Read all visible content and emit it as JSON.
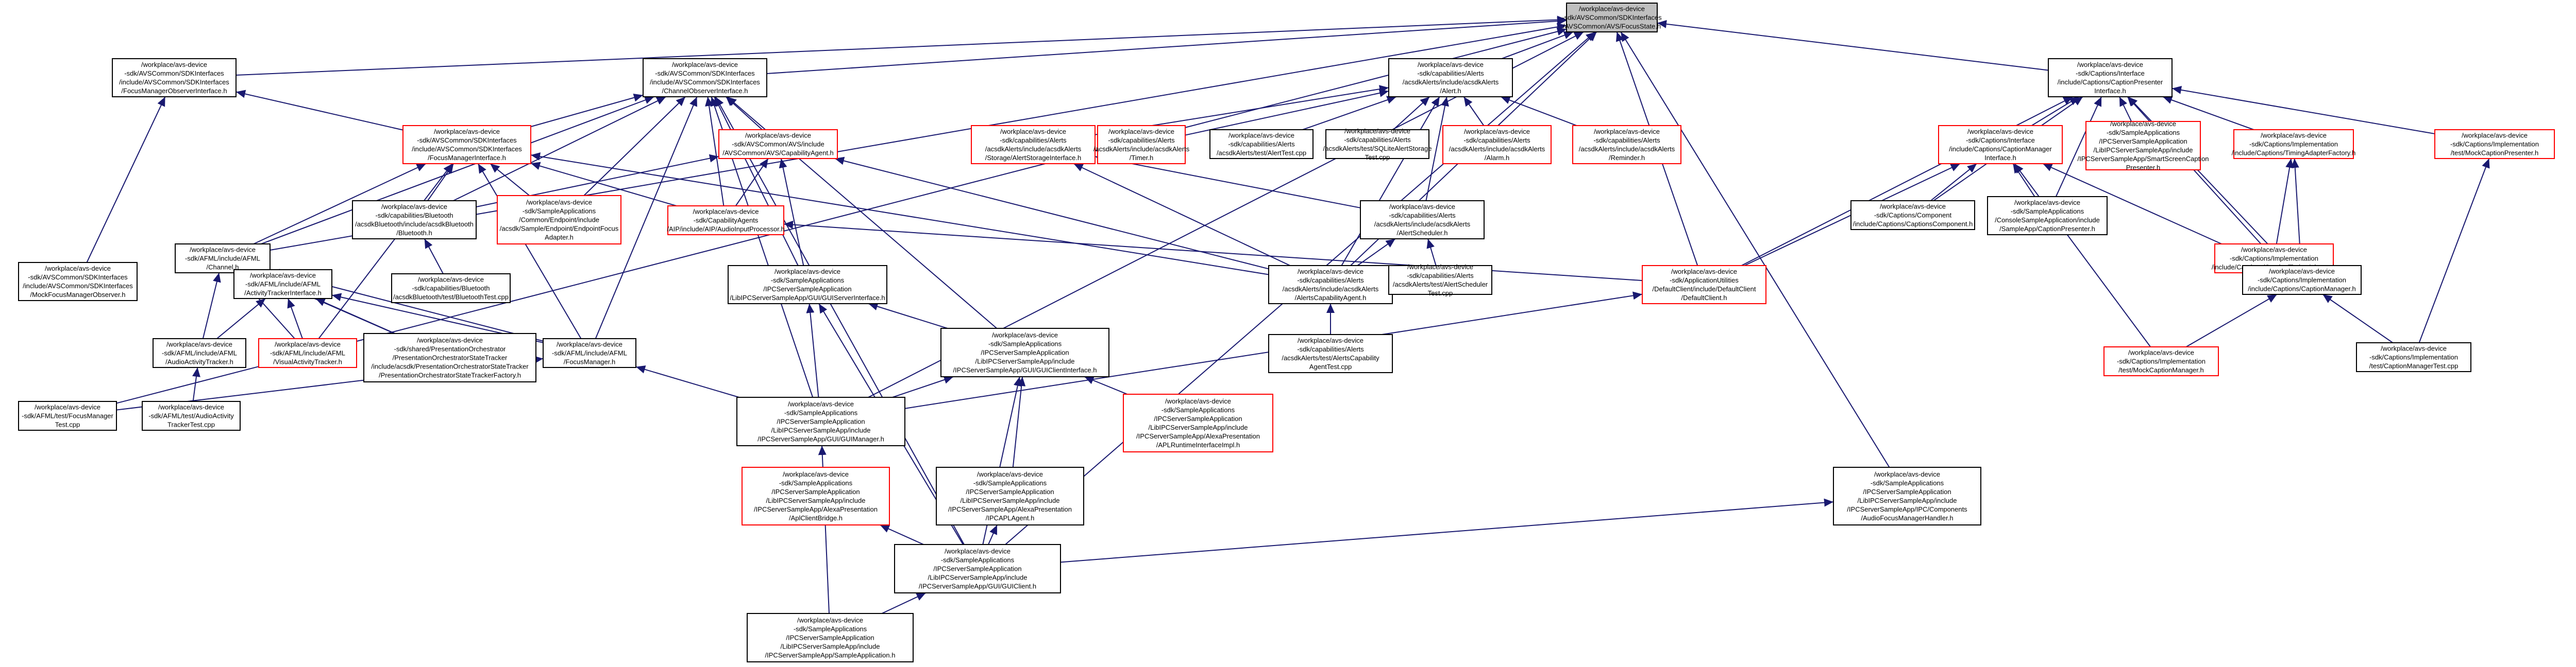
{
  "colors": {
    "background": "#ffffff",
    "node_fill_root": "#bfbfbf",
    "node_fill": "#ffffff",
    "node_border_default": "#000000",
    "node_border_highlight": "#ff0000",
    "edge": "#191970",
    "text": "#000000"
  },
  "nodes": [
    {
      "id": "focus_state",
      "lines": [
        "/workplace/avs-device",
        "-sdk/AVSCommon/SDKInterfaces",
        "/AVSCommon/AVS/FocusState.h"
      ],
      "border": "black",
      "root": true
    },
    {
      "id": "focus_manager_observer",
      "lines": [
        "/workplace/avs-device",
        "-sdk/AVSCommon/SDKInterfaces",
        "/include/AVSCommon/SDKInterfaces",
        "/FocusManagerObserverInterface.h"
      ],
      "border": "black"
    },
    {
      "id": "channel_observer",
      "lines": [
        "/workplace/avs-device",
        "-sdk/AVSCommon/SDKInterfaces",
        "/include/AVSCommon/SDKInterfaces",
        "/ChannelObserverInterface.h"
      ],
      "border": "black"
    },
    {
      "id": "alert_h",
      "lines": [
        "/workplace/avs-device",
        "-sdk/capabilities/Alerts",
        "/acsdkAlerts/include/acsdkAlerts",
        "/Alert.h"
      ],
      "border": "black"
    },
    {
      "id": "caption_presenter",
      "lines": [
        "/workplace/avs-device",
        "-sdk/Captions/Interface",
        "/include/Captions/CaptionPresenter",
        "Interface.h"
      ],
      "border": "black"
    },
    {
      "id": "focus_manager_iface",
      "lines": [
        "/workplace/avs-device",
        "-sdk/AVSCommon/SDKInterfaces",
        "/include/AVSCommon/SDKInterfaces",
        "/FocusManagerInterface.h"
      ],
      "border": "red"
    },
    {
      "id": "capability_agent",
      "lines": [
        "/workplace/avs-device",
        "-sdk/AVSCommon/AVS/include",
        "/AVSCommon/AVS/CapabilityAgent.h"
      ],
      "border": "red"
    },
    {
      "id": "alert_storage_iface",
      "lines": [
        "/workplace/avs-device",
        "-sdk/capabilities/Alerts",
        "/acsdkAlerts/include/acsdkAlerts",
        "/Storage/AlertStorageInterface.h"
      ],
      "border": "red"
    },
    {
      "id": "timer_h",
      "lines": [
        "/workplace/avs-device",
        "-sdk/capabilities/Alerts",
        "/acsdkAlerts/include/acsdkAlerts",
        "/Timer.h"
      ],
      "border": "red"
    },
    {
      "id": "alert_test",
      "lines": [
        "/workplace/avs-device",
        "-sdk/capabilities/Alerts",
        "/acsdkAlerts/test/AlertTest.cpp"
      ],
      "border": "black"
    },
    {
      "id": "sqlite_alert_storage_test",
      "lines": [
        "/workplace/avs-device",
        "-sdk/capabilities/Alerts",
        "/acsdkAlerts/test/SQLiteAlertStorage",
        "Test.cpp"
      ],
      "border": "black"
    },
    {
      "id": "alarm_h",
      "lines": [
        "/workplace/avs-device",
        "-sdk/capabilities/Alerts",
        "/acsdkAlerts/include/acsdkAlerts",
        "/Alarm.h"
      ],
      "border": "red"
    },
    {
      "id": "reminder_h",
      "lines": [
        "/workplace/avs-device",
        "-sdk/capabilities/Alerts",
        "/acsdkAlerts/include/acsdkAlerts",
        "/Reminder.h"
      ],
      "border": "red"
    },
    {
      "id": "caption_manager_iface",
      "lines": [
        "/workplace/avs-device",
        "-sdk/Captions/Interface",
        "/include/Captions/CaptionManager",
        "Interface.h"
      ],
      "border": "red"
    },
    {
      "id": "smart_screen_caption_presenter",
      "lines": [
        "/workplace/avs-device",
        "-sdk/SampleApplications",
        "/IPCServerSampleApplication",
        "/LibIPCServerSampleApp/include",
        "/IPCServerSampleApp/SmartScreenCaption",
        "Presenter.h"
      ],
      "border": "red"
    },
    {
      "id": "timing_adapter_factory",
      "lines": [
        "/workplace/avs-device",
        "-sdk/Captions/Implementation",
        "/include/Captions/TimingAdapterFactory.h"
      ],
      "border": "red"
    },
    {
      "id": "mock_caption_presenter",
      "lines": [
        "/workplace/avs-device",
        "-sdk/Captions/Implementation",
        "/test/MockCaptionPresenter.h"
      ],
      "border": "red"
    },
    {
      "id": "fm_observer_mock",
      "lines": [
        "/workplace/avs-device",
        "-sdk/AVSCommon/SDKInterfaces",
        "/include/AVSCommon/SDKInterfaces",
        "/MockFocusManagerObserver.h"
      ],
      "border": "black"
    },
    {
      "id": "channel_h",
      "lines": [
        "/workplace/avs-device",
        "-sdk/AFML/include/AFML",
        "/Channel.h"
      ],
      "border": "black"
    },
    {
      "id": "bluetooth_h",
      "lines": [
        "/workplace/avs-device",
        "-sdk/capabilities/Bluetooth",
        "/acsdkBluetooth/include/acsdkBluetooth",
        "/Bluetooth.h"
      ],
      "border": "black"
    },
    {
      "id": "endpoint_focus_adapter",
      "lines": [
        "/workplace/avs-device",
        "-sdk/SampleApplications",
        "/Common/Endpoint/include",
        "/acsdk/Sample/Endpoint/EndpointFocus",
        "Adapter.h"
      ],
      "border": "red"
    },
    {
      "id": "audio_input_processor",
      "lines": [
        "/workplace/avs-device",
        "-sdk/CapabilityAgents",
        "/AIP/include/AIP/AudioInputProcessor.h"
      ],
      "border": "red"
    },
    {
      "id": "alert_scheduler_h",
      "lines": [
        "/workplace/avs-device",
        "-sdk/capabilities/Alerts",
        "/acsdkAlerts/include/acsdkAlerts",
        "/AlertScheduler.h"
      ],
      "border": "black"
    },
    {
      "id": "captions_component",
      "lines": [
        "/workplace/avs-device",
        "-sdk/Captions/Component",
        "/include/Captions/CaptionsComponent.h"
      ],
      "border": "black"
    },
    {
      "id": "sample_caption_presenter",
      "lines": [
        "/workplace/avs-device",
        "-sdk/SampleApplications",
        "/ConsoleSampleApplication/include",
        "/SampleApp/CaptionPresenter.h"
      ],
      "border": "black"
    },
    {
      "id": "caption_timing_adapter",
      "lines": [
        "/workplace/avs-device",
        "-sdk/Captions/Implementation",
        "/include/Captions/CaptionTimingAdapter.h"
      ],
      "border": "red"
    },
    {
      "id": "activity_tracker_iface",
      "lines": [
        "/workplace/avs-device",
        "-sdk/AFML/include/AFML",
        "/ActivityTrackerInterface.h"
      ],
      "border": "black"
    },
    {
      "id": "bluetooth_test",
      "lines": [
        "/workplace/avs-device",
        "-sdk/capabilities/Bluetooth",
        "/acsdkBluetooth/test/BluetoothTest.cpp"
      ],
      "border": "black"
    },
    {
      "id": "gui_server_iface",
      "lines": [
        "/workplace/avs-device",
        "-sdk/SampleApplications",
        "/IPCServerSampleApplication",
        "/LibIPCServerSampleApp/GUI/GUIServerInterface.h"
      ],
      "border": "black"
    },
    {
      "id": "alerts_capability_agent",
      "lines": [
        "/workplace/avs-device",
        "-sdk/capabilities/Alerts",
        "/acsdkAlerts/include/acsdkAlerts",
        "/AlertsCapabilityAgent.h"
      ],
      "border": "black"
    },
    {
      "id": "alert_scheduler_test",
      "lines": [
        "/workplace/avs-device",
        "-sdk/capabilities/Alerts",
        "/acsdkAlerts/test/AlertScheduler",
        "Test.cpp"
      ],
      "border": "black"
    },
    {
      "id": "default_client",
      "lines": [
        "/workplace/avs-device",
        "-sdk/ApplicationUtilities",
        "/DefaultClient/include/DefaultClient",
        "/DefaultClient.h"
      ],
      "border": "red"
    },
    {
      "id": "caption_manager_h",
      "lines": [
        "/workplace/avs-device",
        "-sdk/Captions/Implementation",
        "/include/Captions/CaptionManager.h"
      ],
      "border": "black"
    },
    {
      "id": "audio_activity_tracker",
      "lines": [
        "/workplace/avs-device",
        "-sdk/AFML/include/AFML",
        "/AudioActivityTracker.h"
      ],
      "border": "black"
    },
    {
      "id": "visual_activity_tracker",
      "lines": [
        "/workplace/avs-device",
        "-sdk/AFML/include/AFML",
        "/VisualActivityTracker.h"
      ],
      "border": "red"
    },
    {
      "id": "presentation_orchestrator_state_tracker",
      "lines": [
        "/workplace/avs-device",
        "-sdk/shared/PresentationOrchestrator",
        "/PresentationOrchestratorStateTracker",
        "/include/acsdk/PresentationOrchestratorStateTracker",
        "/PresentationOrchestratorStateTrackerFactory.h"
      ],
      "border": "black"
    },
    {
      "id": "focus_manager_h",
      "lines": [
        "/workplace/avs-device",
        "-sdk/AFML/include/AFML",
        "/FocusManager.h"
      ],
      "border": "black"
    },
    {
      "id": "gui_client_iface",
      "lines": [
        "/workplace/avs-device",
        "-sdk/SampleApplications",
        "/IPCServerSampleApplication",
        "/LibIPCServerSampleApp/include",
        "/IPCServerSampleApp/GUI/GUIClientInterface.h"
      ],
      "border": "black"
    },
    {
      "id": "alerts_capability_agent_test",
      "lines": [
        "/workplace/avs-device",
        "-sdk/capabilities/Alerts",
        "/acsdkAlerts/test/AlertsCapability",
        "AgentTest.cpp"
      ],
      "border": "black"
    },
    {
      "id": "mock_caption_manager",
      "lines": [
        "/workplace/avs-device",
        "-sdk/Captions/Implementation",
        "/test/MockCaptionManager.h"
      ],
      "border": "red"
    },
    {
      "id": "caption_manager_test",
      "lines": [
        "/workplace/avs-device",
        "-sdk/Captions/Implementation",
        "/test/CaptionManagerTest.cpp"
      ],
      "border": "black"
    },
    {
      "id": "focus_manager_test",
      "lines": [
        "/workplace/avs-device",
        "-sdk/AFML/test/FocusManager",
        "Test.cpp"
      ],
      "border": "black"
    },
    {
      "id": "audio_activity_tracker_test",
      "lines": [
        "/workplace/avs-device",
        "-sdk/AFML/test/AudioActivity",
        "TrackerTest.cpp"
      ],
      "border": "black"
    },
    {
      "id": "gui_manager",
      "lines": [
        "/workplace/avs-device",
        "-sdk/SampleApplications",
        "/IPCServerSampleApplication",
        "/LibIPCServerSampleApp/include",
        "/IPCServerSampleApp/GUI/GUIManager.h"
      ],
      "border": "black"
    },
    {
      "id": "apl_runtime_iface_impl",
      "lines": [
        "/workplace/avs-device",
        "-sdk/SampleApplications",
        "/IPCServerSampleApplication",
        "/LibIPCServerSampleApp/include",
        "/IPCServerSampleApp/AlexaPresentation",
        "/APLRuntimeInterfaceImpl.h"
      ],
      "border": "red"
    },
    {
      "id": "apl_client_bridge",
      "lines": [
        "/workplace/avs-device",
        "-sdk/SampleApplications",
        "/IPCServerSampleApplication",
        "/LibIPCServerSampleApp/include",
        "/IPCServerSampleApp/AlexaPresentation",
        "/AplClientBridge.h"
      ],
      "border": "red"
    },
    {
      "id": "ipc_apl_agent",
      "lines": [
        "/workplace/avs-device",
        "-sdk/SampleApplications",
        "/IPCServerSampleApplication",
        "/LibIPCServerSampleApp/include",
        "/IPCServerSampleApp/AlexaPresentation",
        "/IPCAPLAgent.h"
      ],
      "border": "black"
    },
    {
      "id": "audio_focus_manager_handler",
      "lines": [
        "/workplace/avs-device",
        "-sdk/SampleApplications",
        "/IPCServerSampleApplication",
        "/LibIPCServerSampleApp/include",
        "/IPCServerSampleApp/IPC/Components",
        "/AudioFocusManagerHandler.h"
      ],
      "border": "black"
    },
    {
      "id": "gui_client_h",
      "lines": [
        "/workplace/avs-device",
        "-sdk/SampleApplications",
        "/IPCServerSampleApplication",
        "/LibIPCServerSampleApp/include",
        "/IPCServerSampleApp/GUI/GUIClient.h"
      ],
      "border": "black"
    },
    {
      "id": "sample_application_h",
      "lines": [
        "/workplace/avs-device",
        "-sdk/SampleApplications",
        "/IPCServerSampleApplication",
        "/LibIPCServerSampleApp/include",
        "/IPCServerSampleApp/SampleApplication.h"
      ],
      "border": "black"
    }
  ],
  "edges": [
    [
      "focus_manager_observer",
      "focus_state"
    ],
    [
      "channel_observer",
      "focus_state"
    ],
    [
      "alert_h",
      "focus_state"
    ],
    [
      "caption_presenter",
      "focus_state"
    ],
    [
      "fm_observer_mock",
      "focus_manager_observer"
    ],
    [
      "focus_manager_iface",
      "focus_manager_observer"
    ],
    [
      "focus_manager_iface",
      "channel_observer"
    ],
    [
      "capability_agent",
      "channel_observer"
    ],
    [
      "channel_h",
      "channel_observer"
    ],
    [
      "bluetooth_h",
      "channel_observer"
    ],
    [
      "endpoint_focus_adapter",
      "channel_observer"
    ],
    [
      "audio_input_processor",
      "channel_observer"
    ],
    [
      "gui_server_iface",
      "channel_observer"
    ],
    [
      "gui_client_iface",
      "channel_observer"
    ],
    [
      "gui_manager",
      "channel_observer"
    ],
    [
      "focus_manager_h",
      "channel_observer"
    ],
    [
      "gui_client_h",
      "channel_observer"
    ],
    [
      "alert_storage_iface",
      "alert_h"
    ],
    [
      "timer_h",
      "alert_h"
    ],
    [
      "alert_test",
      "alert_h"
    ],
    [
      "sqlite_alert_storage_test",
      "alert_h"
    ],
    [
      "alarm_h",
      "alert_h"
    ],
    [
      "reminder_h",
      "alert_h"
    ],
    [
      "alert_scheduler_h",
      "alert_h"
    ],
    [
      "alerts_capability_agent",
      "alert_h"
    ],
    [
      "caption_manager_iface",
      "caption_presenter"
    ],
    [
      "smart_screen_caption_presenter",
      "caption_presenter"
    ],
    [
      "timing_adapter_factory",
      "caption_presenter"
    ],
    [
      "mock_caption_presenter",
      "caption_presenter"
    ],
    [
      "captions_component",
      "caption_presenter"
    ],
    [
      "sample_caption_presenter",
      "caption_presenter"
    ],
    [
      "caption_timing_adapter",
      "caption_presenter"
    ],
    [
      "caption_manager_h",
      "caption_presenter"
    ],
    [
      "default_client",
      "caption_presenter"
    ],
    [
      "channel_h",
      "focus_manager_iface"
    ],
    [
      "bluetooth_h",
      "focus_manager_iface"
    ],
    [
      "endpoint_focus_adapter",
      "focus_manager_iface"
    ],
    [
      "audio_input_processor",
      "focus_manager_iface"
    ],
    [
      "focus_manager_h",
      "focus_manager_iface"
    ],
    [
      "alerts_capability_agent",
      "focus_manager_iface"
    ],
    [
      "visual_activity_tracker",
      "focus_manager_iface"
    ],
    [
      "bluetooth_h",
      "capability_agent"
    ],
    [
      "audio_input_processor",
      "capability_agent"
    ],
    [
      "gui_server_iface",
      "capability_agent"
    ],
    [
      "alerts_capability_agent",
      "capability_agent"
    ],
    [
      "alerts_capability_agent",
      "alert_storage_iface"
    ],
    [
      "alert_scheduler_h",
      "alert_storage_iface"
    ],
    [
      "alert_scheduler_test",
      "alert_scheduler_h"
    ],
    [
      "alerts_capability_agent",
      "alert_scheduler_h"
    ],
    [
      "captions_component",
      "caption_manager_iface"
    ],
    [
      "sample_caption_presenter",
      "caption_manager_iface"
    ],
    [
      "caption_manager_h",
      "caption_manager_iface"
    ],
    [
      "mock_caption_manager",
      "caption_manager_iface"
    ],
    [
      "default_client",
      "caption_manager_iface"
    ],
    [
      "caption_timing_adapter",
      "timing_adapter_factory"
    ],
    [
      "caption_manager_h",
      "timing_adapter_factory"
    ],
    [
      "caption_manager_test",
      "mock_caption_presenter"
    ],
    [
      "activity_tracker_iface",
      "channel_h"
    ],
    [
      "audio_activity_tracker",
      "channel_h"
    ],
    [
      "visual_activity_tracker",
      "channel_h"
    ],
    [
      "focus_manager_h",
      "channel_h"
    ],
    [
      "presentation_orchestrator_state_tracker",
      "channel_h"
    ],
    [
      "bluetooth_test",
      "bluetooth_h"
    ],
    [
      "audio_activity_tracker",
      "activity_tracker_iface"
    ],
    [
      "visual_activity_tracker",
      "activity_tracker_iface"
    ],
    [
      "focus_manager_h",
      "activity_tracker_iface"
    ],
    [
      "presentation_orchestrator_state_tracker",
      "activity_tracker_iface"
    ],
    [
      "gui_client_iface",
      "gui_server_iface"
    ],
    [
      "gui_manager",
      "gui_server_iface"
    ],
    [
      "gui_client_h",
      "gui_server_iface"
    ],
    [
      "alerts_capability_agent_test",
      "alerts_capability_agent"
    ],
    [
      "default_client",
      "audio_input_processor"
    ],
    [
      "gui_manager",
      "default_client"
    ],
    [
      "mock_caption_manager",
      "caption_manager_h"
    ],
    [
      "caption_manager_test",
      "caption_manager_h"
    ],
    [
      "audio_activity_tracker_test",
      "audio_activity_tracker"
    ],
    [
      "focus_manager_test",
      "focus_manager_h"
    ],
    [
      "gui_manager",
      "focus_manager_h"
    ],
    [
      "gui_manager",
      "gui_client_iface"
    ],
    [
      "apl_runtime_iface_impl",
      "gui_client_iface"
    ],
    [
      "ipc_apl_agent",
      "gui_client_iface"
    ],
    [
      "gui_client_h",
      "gui_client_iface"
    ],
    [
      "sample_application_h",
      "gui_manager"
    ],
    [
      "gui_client_h",
      "apl_client_bridge"
    ],
    [
      "sample_application_h",
      "gui_client_h"
    ],
    [
      "gui_client_h",
      "ipc_apl_agent"
    ],
    [
      "gui_client_h",
      "audio_focus_manager_handler"
    ],
    [
      "audio_focus_manager_handler",
      "focus_state"
    ],
    [
      "gui_client_h",
      "focus_state"
    ],
    [
      "gui_manager",
      "focus_state"
    ],
    [
      "focus_manager_test",
      "focus_state"
    ],
    [
      "channel_h",
      "focus_state"
    ],
    [
      "alerts_capability_agent",
      "focus_state"
    ],
    [
      "default_client",
      "focus_state"
    ]
  ]
}
